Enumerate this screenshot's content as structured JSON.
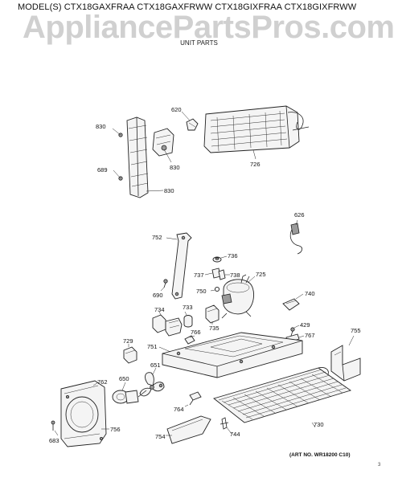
{
  "header": {
    "watermark": "AppliancePartsPros.com",
    "models": "MODEL(S) CTX18GAXFRAA  CTX18GAXFRWW  CTX18GIXFRAA  CTX18GIXFRWW",
    "subtitle": "UNIT PARTS"
  },
  "footer": {
    "art_no": "(ART NO. WR18200 C10)",
    "corner_mark": "3"
  },
  "callouts": {
    "c620": "620",
    "c830a": "830",
    "c830b": "830",
    "c830c": "830",
    "c689": "689",
    "c726": "726",
    "c626": "626",
    "c752": "752",
    "c736": "736",
    "c737": "737",
    "c738": "738",
    "c725": "725",
    "c750": "750",
    "c690": "690",
    "c740": "740",
    "c734": "734",
    "c733": "733",
    "c735": "735",
    "c429": "429",
    "c767": "767",
    "c755": "755",
    "c766": "766",
    "c729": "729",
    "c751": "751",
    "c651": "651",
    "c762": "762",
    "c650": "650",
    "c764": "764",
    "c730": "730",
    "c756": "756",
    "c754": "754",
    "c744": "744",
    "c683": "683"
  }
}
